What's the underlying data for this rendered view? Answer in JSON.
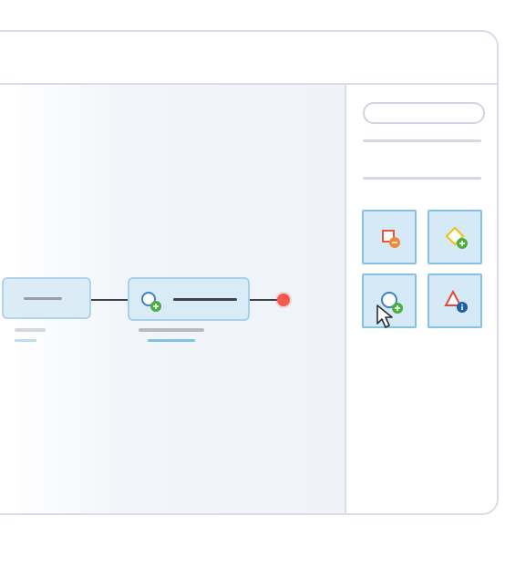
{
  "window": {
    "title": ""
  },
  "sidebar": {
    "search": {
      "placeholder": ""
    },
    "tools": [
      {
        "name": "remove-shape",
        "icon": "square-minus-icon",
        "shape_color": "#e8573a",
        "badge_color": "#f0893a"
      },
      {
        "name": "add-decision",
        "icon": "diamond-plus-icon",
        "shape_color": "#f2c21e",
        "badge_color": "#4cae3c"
      },
      {
        "name": "add-circle",
        "icon": "circle-plus-icon",
        "shape_color": "#3c82c8",
        "badge_color": "#4cae3c"
      },
      {
        "name": "info-triangle",
        "icon": "triangle-info-icon",
        "shape_color": "#e04a3c",
        "badge_color": "#1f5fa8"
      }
    ]
  },
  "diagram": {
    "nodes": [
      {
        "name": "start-node"
      },
      {
        "name": "circle-node",
        "icon": "circle-plus-icon"
      }
    ],
    "end_marker_color": "#f25a4c"
  },
  "cursor": {
    "icon": "pointer-cursor-icon"
  }
}
